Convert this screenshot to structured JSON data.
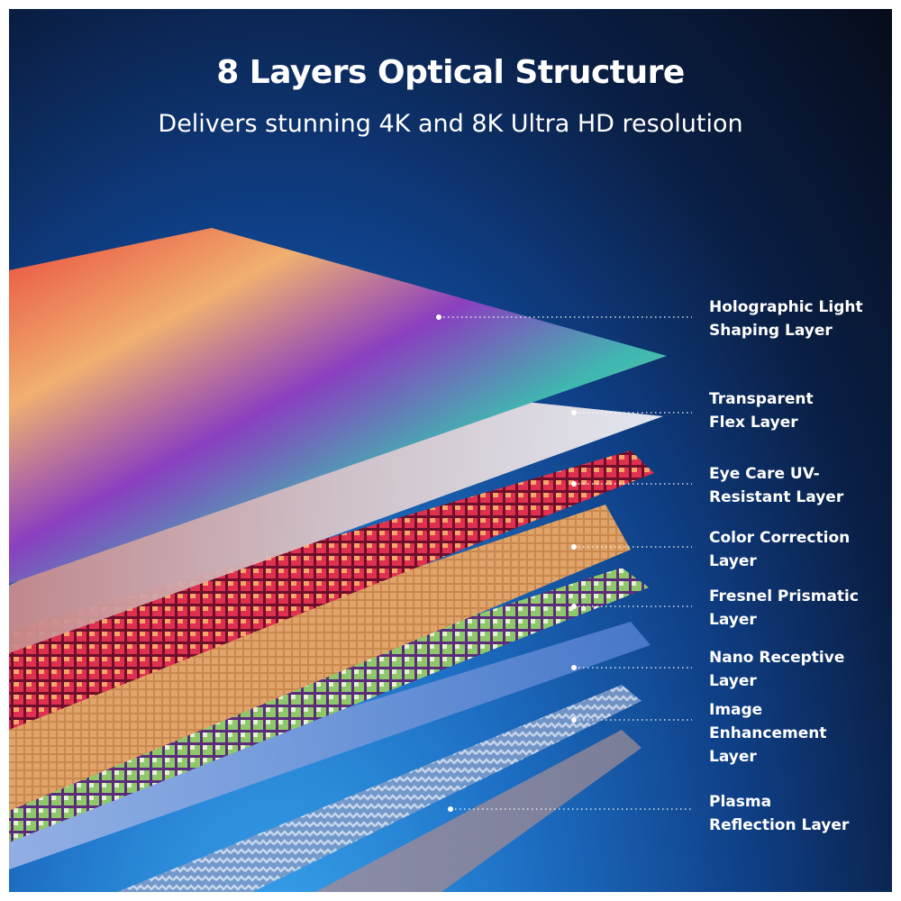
{
  "title": "8 Layers Optical Structure",
  "subtitle": "Delivers stunning 4K and 8K Ultra HD resolution",
  "layers": [
    {
      "lines": [
        "Holographic Light",
        "Shaping Layer"
      ]
    },
    {
      "lines": [
        "Transparent",
        "Flex Layer"
      ]
    },
    {
      "lines": [
        "Eye Care UV-",
        "Resistant Layer"
      ]
    },
    {
      "lines": [
        "Color Correction",
        "Layer"
      ]
    },
    {
      "lines": [
        "Fresnel Prismatic",
        "Layer"
      ]
    },
    {
      "lines": [
        "Nano Receptive",
        "Layer"
      ]
    },
    {
      "lines": [
        "Image",
        "Enhancement",
        "Layer"
      ]
    },
    {
      "lines": [
        "Plasma",
        "Reflection Layer"
      ]
    }
  ]
}
